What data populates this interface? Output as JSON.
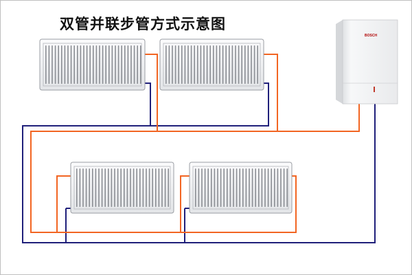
{
  "title": "双管并联步管方式示意图",
  "boiler": {
    "brand": "BOSCH"
  },
  "colors": {
    "supply_pipe": "#f26522",
    "return_pipe": "#1f1f7a",
    "radiator_fill": "#f4f5f8",
    "radiator_fin": "#8a8d93",
    "boiler_body": "#f3f4f6"
  },
  "components": {
    "radiators": 4,
    "boilers": 1
  }
}
